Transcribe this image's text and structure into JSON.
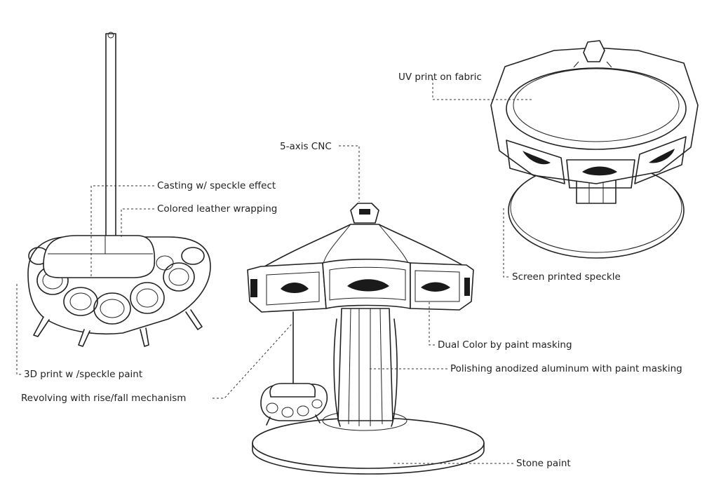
{
  "labels": {
    "uv_print": "UV print on fabric",
    "five_axis_cnc": "5-axis CNC",
    "casting_speckle": "Casting w/ speckle effect",
    "colored_leather": "Colored leather wrapping",
    "screen_printed": "Screen printed speckle",
    "dual_color": "Dual Color by paint masking",
    "polishing": "Polishing anodized aluminum with paint masking",
    "print_3d": "3D print w /speckle paint",
    "revolving": "Revolving with rise/fall mechanism",
    "stone_paint": "Stone paint"
  }
}
